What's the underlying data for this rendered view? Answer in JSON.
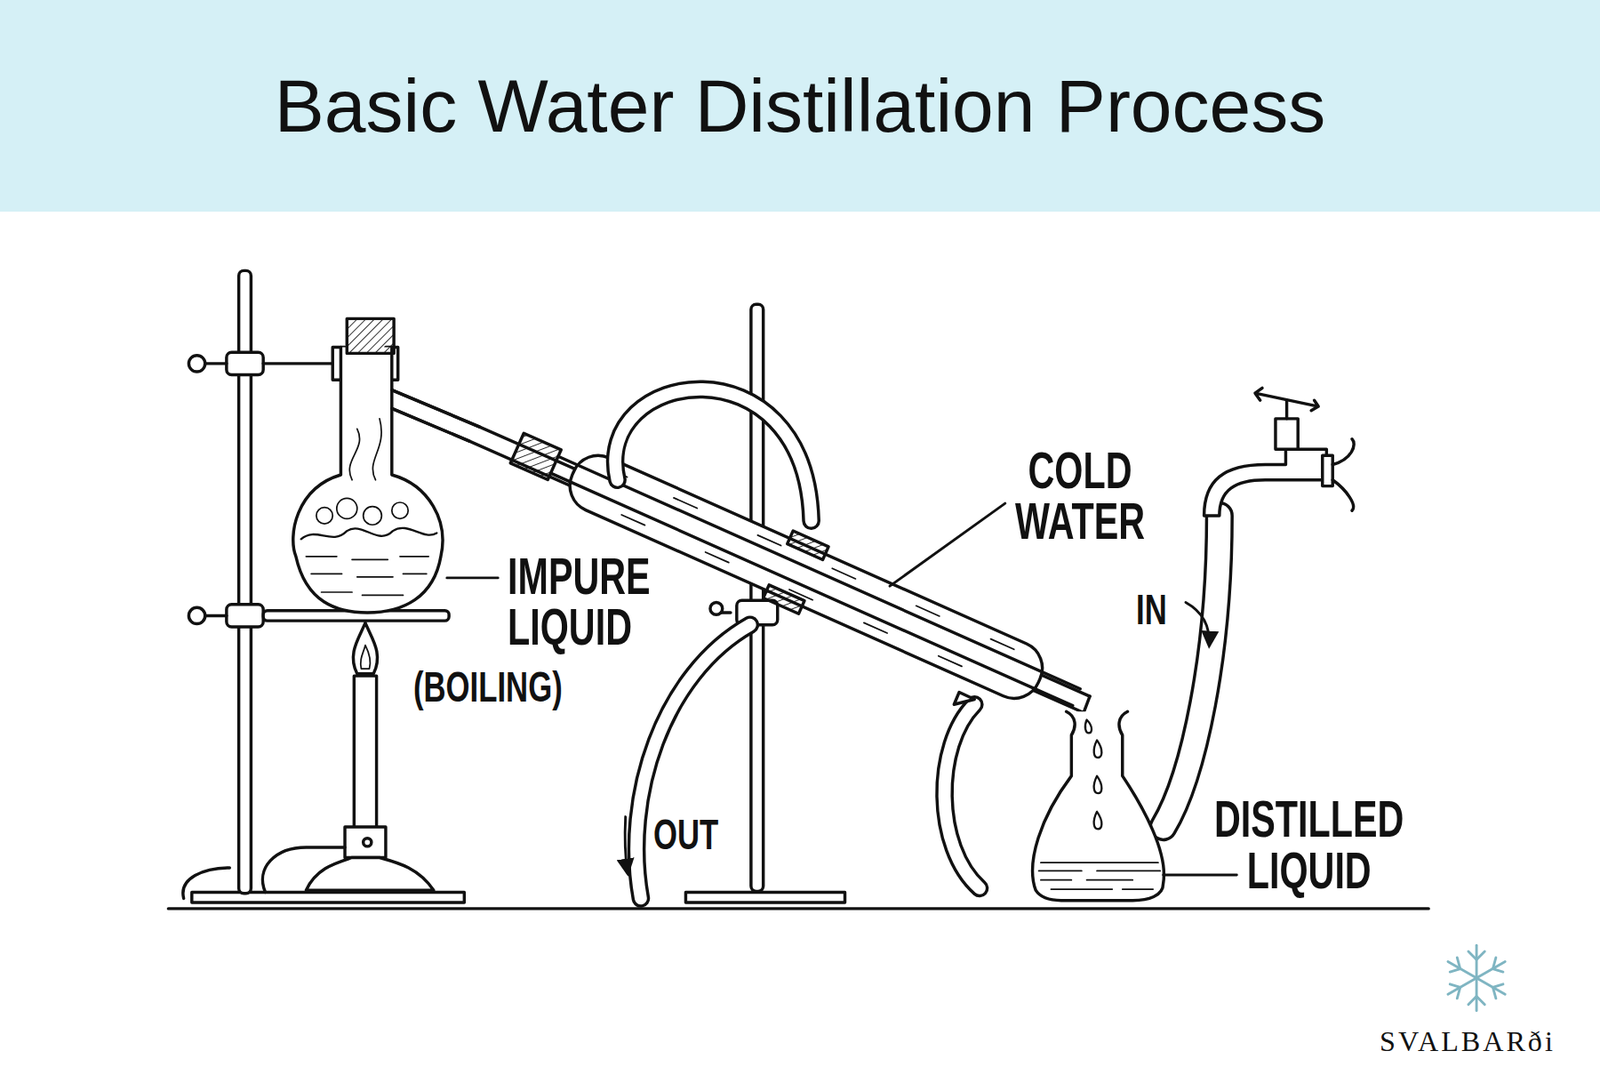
{
  "diagram": {
    "title": "Basic Water Distillation Process",
    "labels": [
      "IMPURE LIQUID",
      "(BOILING)",
      "COLD WATER",
      "IN",
      "OUT",
      "DISTILLED LIQUID",
      "SVALBARði"
    ]
  }
}
